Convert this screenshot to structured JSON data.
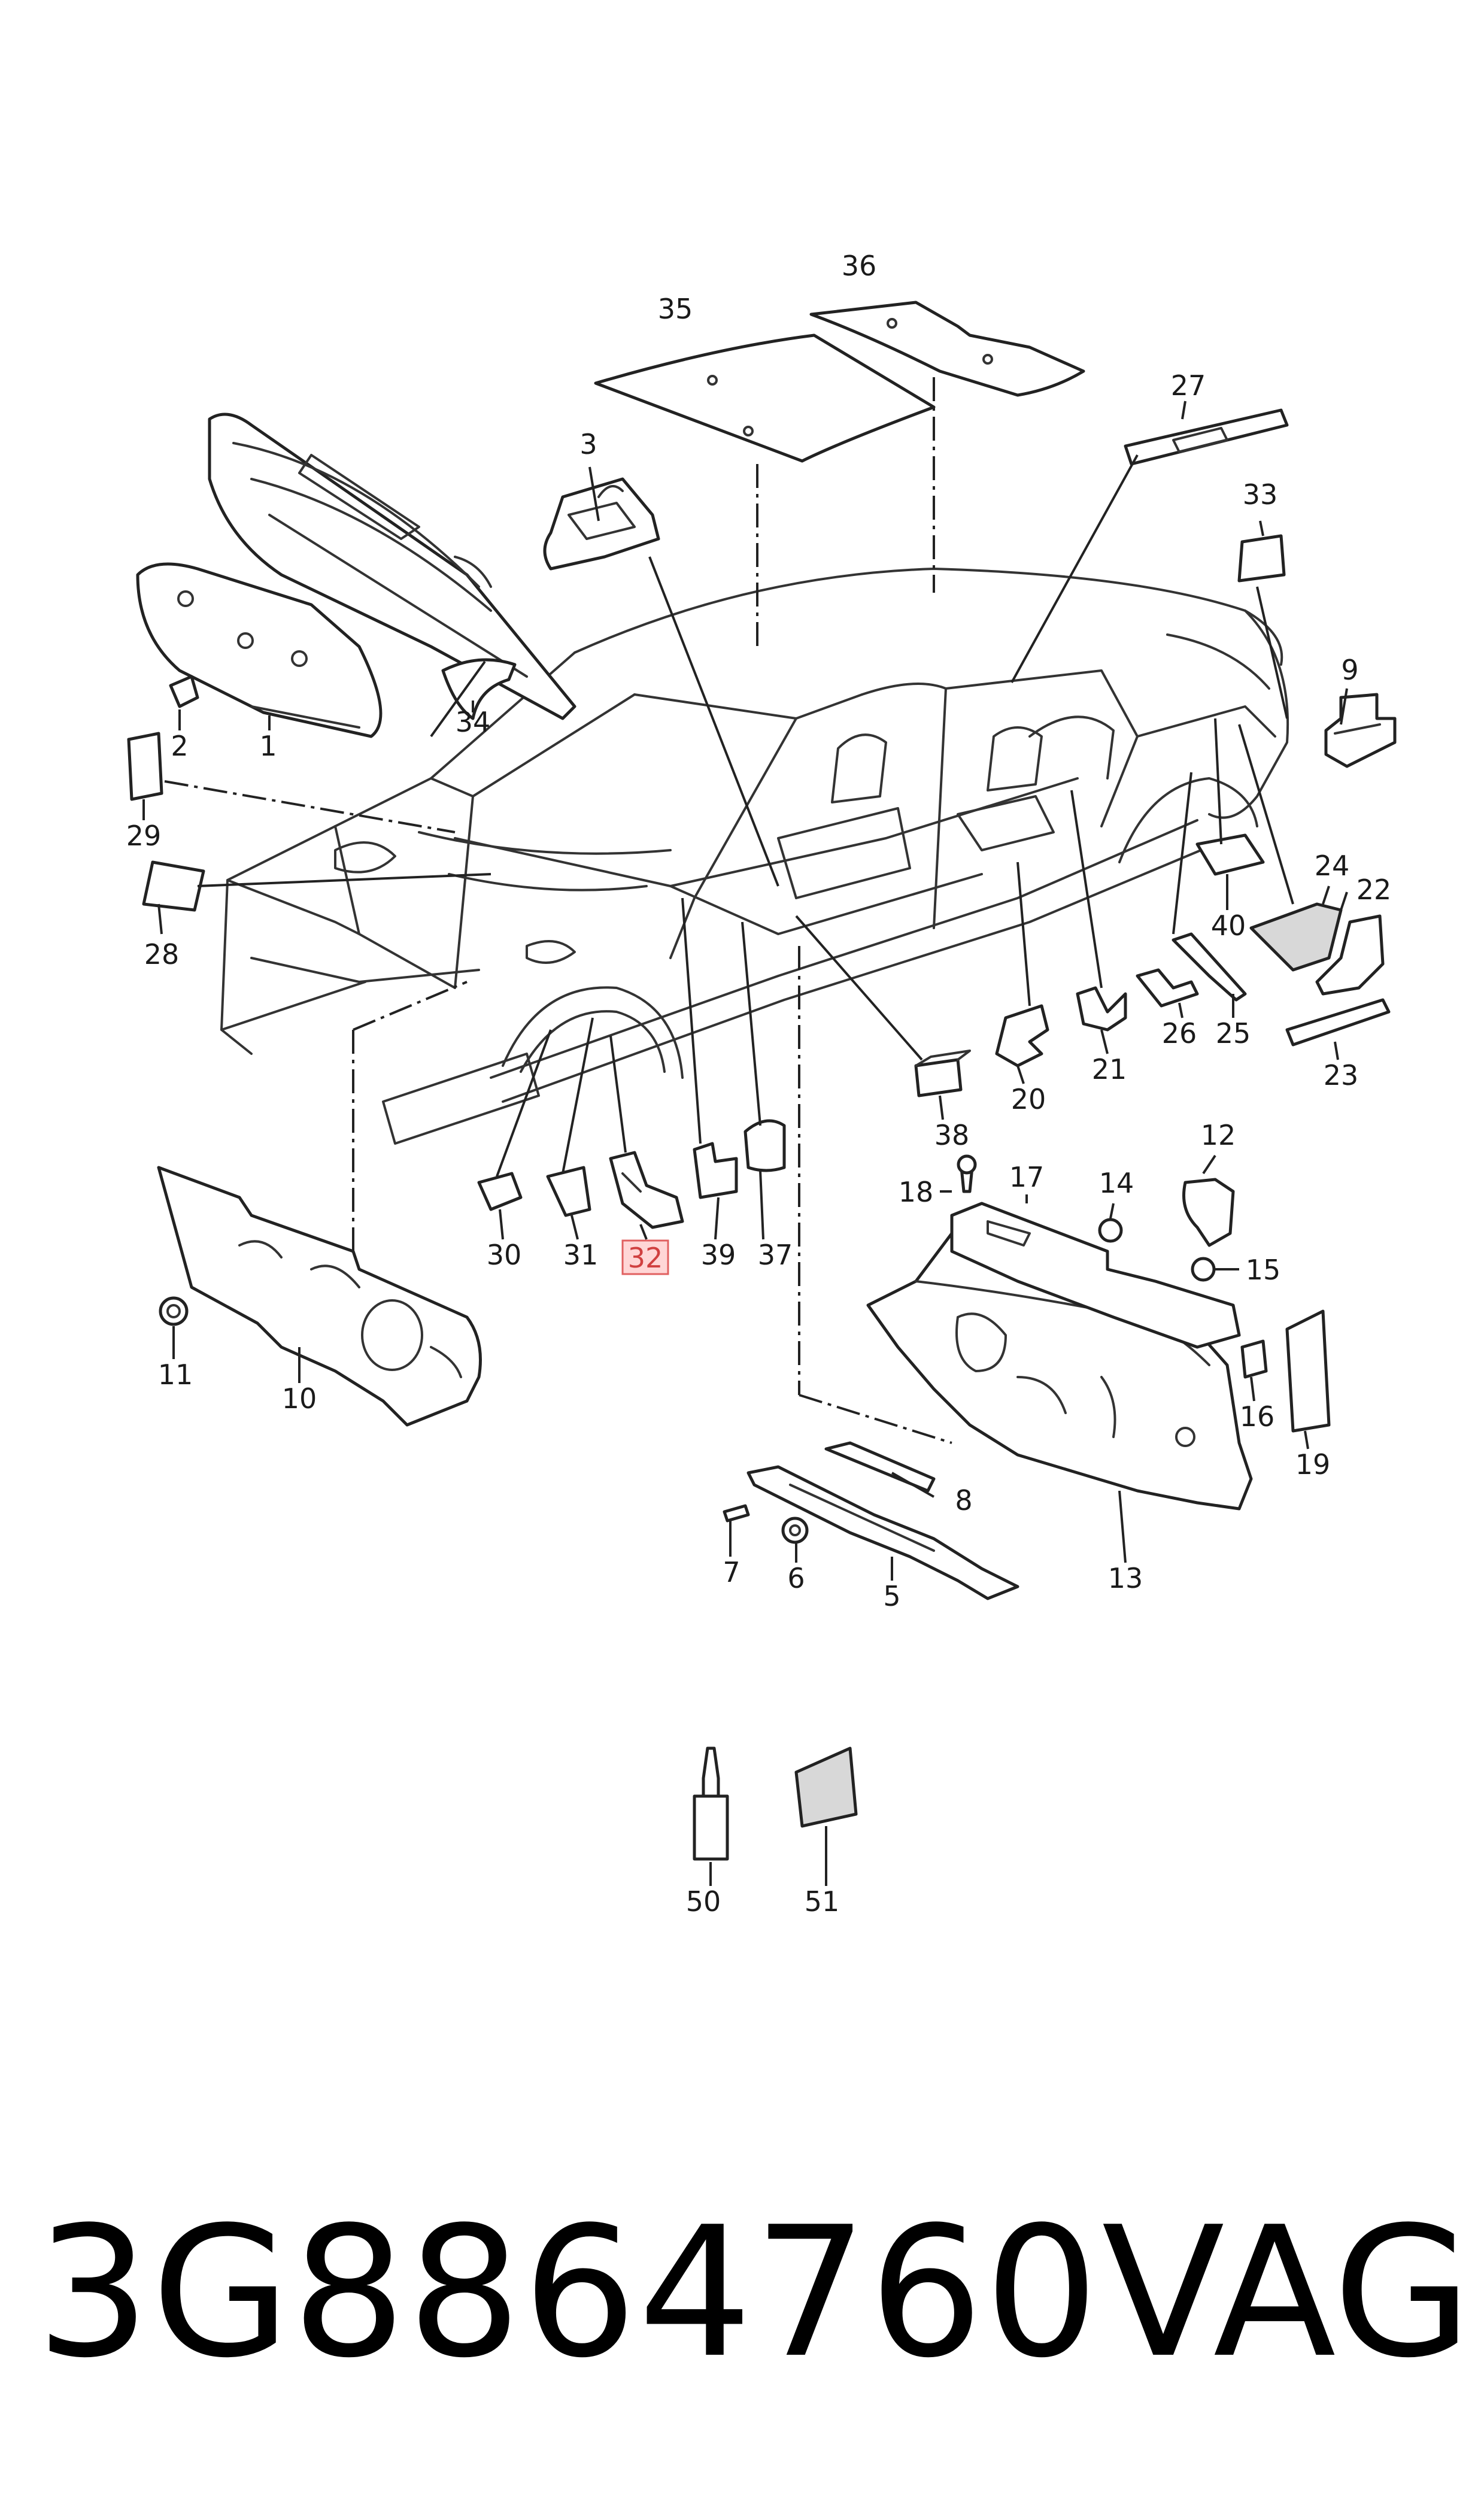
{
  "callouts": {
    "c1": "1",
    "c2": "2",
    "c3": "3",
    "c5": "5",
    "c6": "6",
    "c7": "7",
    "c8": "8",
    "c9": "9",
    "c10": "10",
    "c11": "11",
    "c12": "12",
    "c13": "13",
    "c14": "14",
    "c15": "15",
    "c16": "16",
    "c17": "17",
    "c18": "18",
    "c19": "19",
    "c20": "20",
    "c21": "21",
    "c22": "22",
    "c23": "23",
    "c24": "24",
    "c25": "25",
    "c26": "26",
    "c27": "27",
    "c28": "28",
    "c29": "29",
    "c30": "30",
    "c31": "31",
    "c32": "32",
    "c33": "33",
    "c34": "34",
    "c35": "35",
    "c36": "36",
    "c37": "37",
    "c38": "38",
    "c39": "39",
    "c40": "40",
    "c50": "50",
    "c51": "51"
  },
  "highlighted_callout": "32",
  "footer": {
    "part_number": "3G8864760",
    "brand": "VAG"
  },
  "colors": {
    "highlight_fill": "#ffd6d6",
    "highlight_stroke": "#e06060",
    "line": "#222222"
  }
}
